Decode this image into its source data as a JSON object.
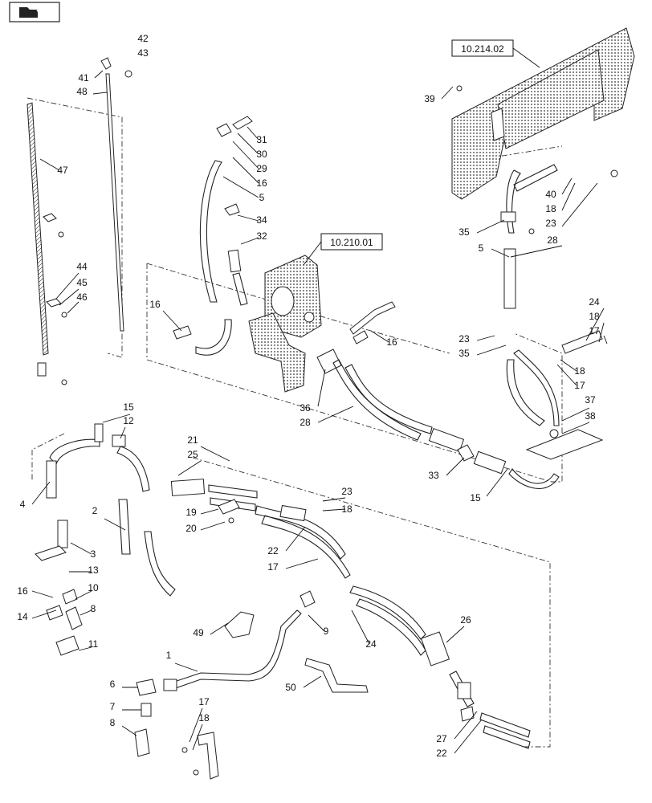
{
  "nav_icon": "folder-arrow-icon",
  "reference_labels": [
    "10.214.02",
    "10.210.01"
  ],
  "callouts": [
    "42",
    "43",
    "41",
    "48",
    "47",
    "44",
    "45",
    "46",
    "31",
    "30",
    "29",
    "16",
    "5",
    "34",
    "32",
    "39",
    "40",
    "18",
    "23",
    "35",
    "28",
    "5",
    "16",
    "16",
    "24",
    "18",
    "17",
    "23",
    "35",
    "18",
    "17",
    "36",
    "28",
    "37",
    "38",
    "15",
    "12",
    "4",
    "2",
    "3",
    "13",
    "10",
    "16",
    "14",
    "8",
    "11",
    "21",
    "25",
    "19",
    "20",
    "23",
    "18",
    "22",
    "17",
    "33",
    "15",
    "26",
    "49",
    "9",
    "24",
    "1",
    "6",
    "7",
    "8",
    "17",
    "18",
    "50",
    "27",
    "22"
  ]
}
